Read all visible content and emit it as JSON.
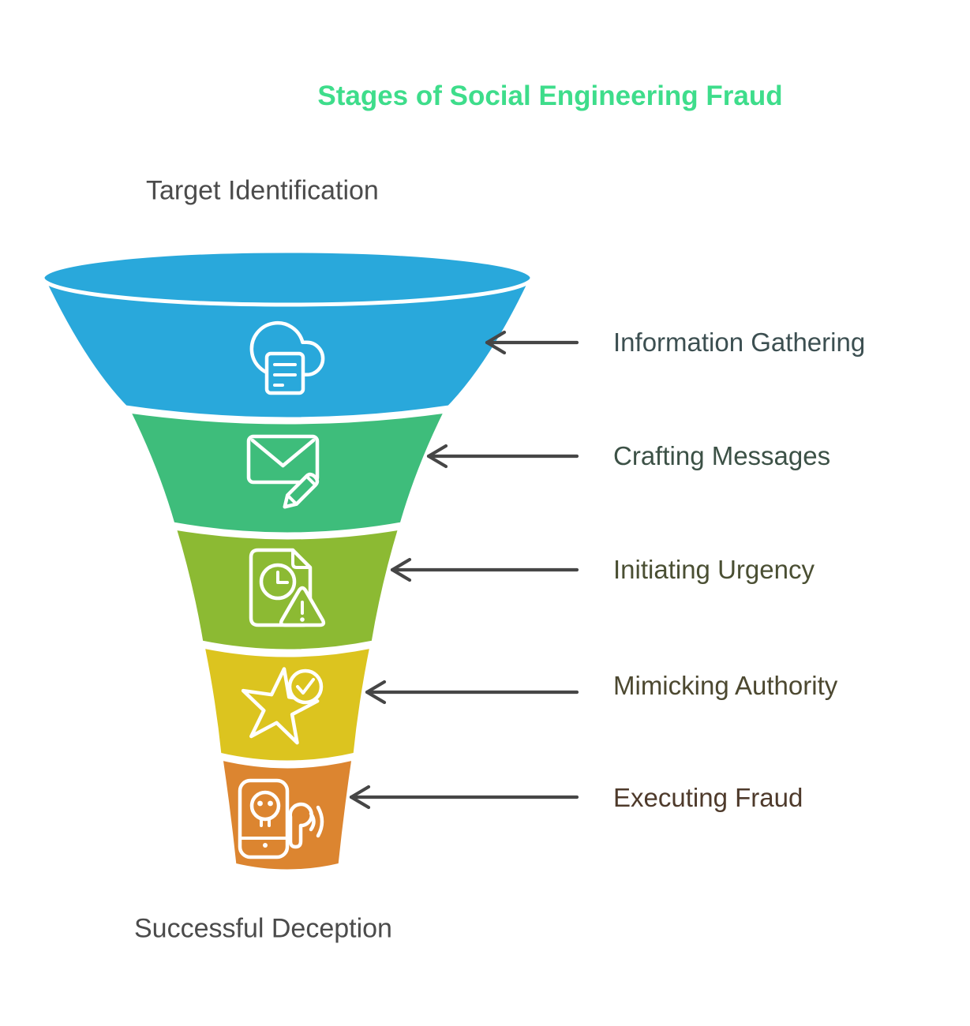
{
  "title": {
    "text": "Stages of Social Engineering Fraud",
    "color": "#3edd8b"
  },
  "funnel": {
    "top_label": {
      "text": "Target Identification",
      "color": "#4b4b4b"
    },
    "bottom_label": {
      "text": "Successful Deception",
      "color": "#4b4b4b"
    },
    "arrow_color": "#464646"
  },
  "stages": [
    {
      "label": "Information Gathering",
      "color": "#29a8db",
      "label_color": "#3c4f51",
      "icon": "cloud-document-icon"
    },
    {
      "label": "Crafting Messages",
      "color": "#3ebd7b",
      "label_color": "#3c5146",
      "icon": "envelope-pencil-icon"
    },
    {
      "label": "Initiating Urgency",
      "color": "#8cba33",
      "label_color": "#4a4f33",
      "icon": "document-clock-warning-icon"
    },
    {
      "label": "Mimicking Authority",
      "color": "#dcc41f",
      "label_color": "#4c4830",
      "icon": "star-check-icon"
    },
    {
      "label": "Executing Fraud",
      "color": "#dc8530",
      "label_color": "#4e3a2b",
      "icon": "phone-skull-call-icon"
    }
  ]
}
